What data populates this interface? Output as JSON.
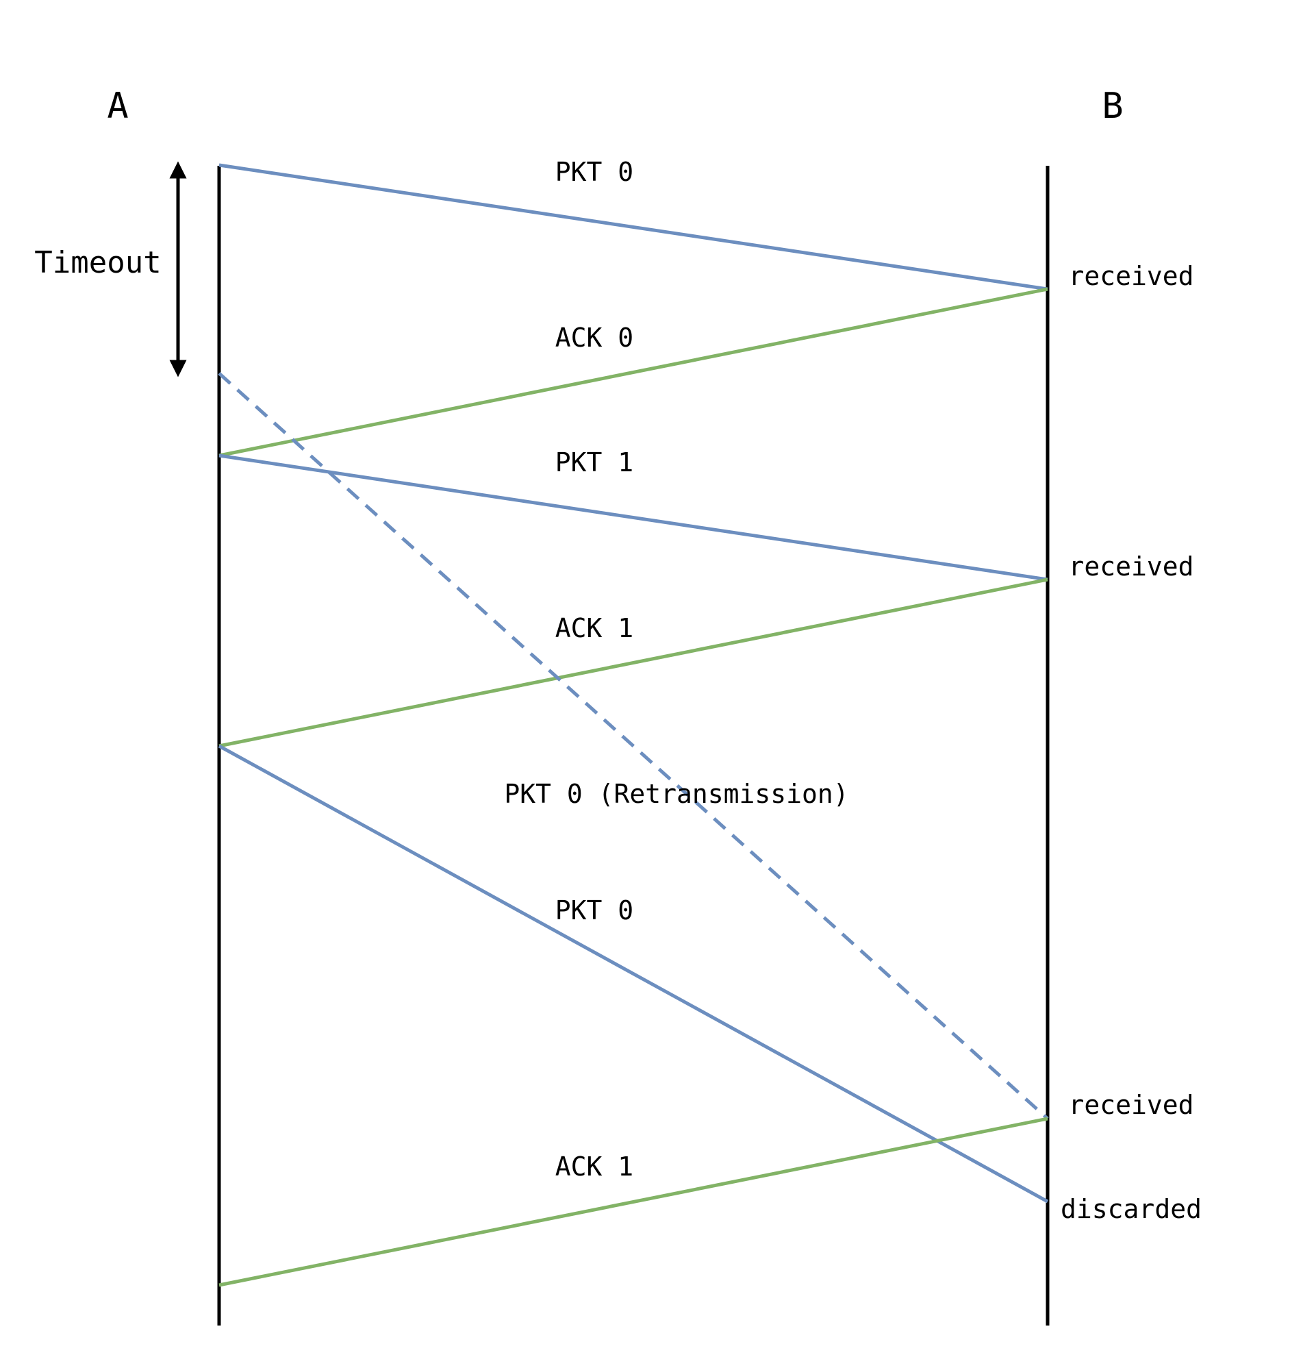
{
  "entities": {
    "a": "A",
    "b": "B"
  },
  "timeout": {
    "label": "Timeout"
  },
  "messages": [
    {
      "id": "pkt0",
      "label": "PKT 0",
      "kind": "packet",
      "style": "solid"
    },
    {
      "id": "ack0",
      "label": "ACK 0",
      "kind": "ack",
      "style": "solid"
    },
    {
      "id": "pkt1",
      "label": "PKT 1",
      "kind": "packet",
      "style": "solid"
    },
    {
      "id": "ack1",
      "label": "ACK 1",
      "kind": "ack",
      "style": "solid"
    },
    {
      "id": "pkt0-retx",
      "label": "PKT 0 (Retransmission)",
      "kind": "packet",
      "style": "dashed"
    },
    {
      "id": "pkt0-late",
      "label": "PKT 0",
      "kind": "packet",
      "style": "solid"
    },
    {
      "id": "ack1-final",
      "label": "ACK 1",
      "kind": "ack",
      "style": "solid"
    }
  ],
  "events": [
    {
      "id": "recv-pkt0",
      "label": "received"
    },
    {
      "id": "recv-pkt1",
      "label": "received"
    },
    {
      "id": "recv-retx",
      "label": "received"
    },
    {
      "id": "discard-pkt0",
      "label": "discarded"
    }
  ],
  "colors": {
    "packet": "#6c8ebf",
    "ack": "#82b366",
    "lifeline": "#000000"
  }
}
